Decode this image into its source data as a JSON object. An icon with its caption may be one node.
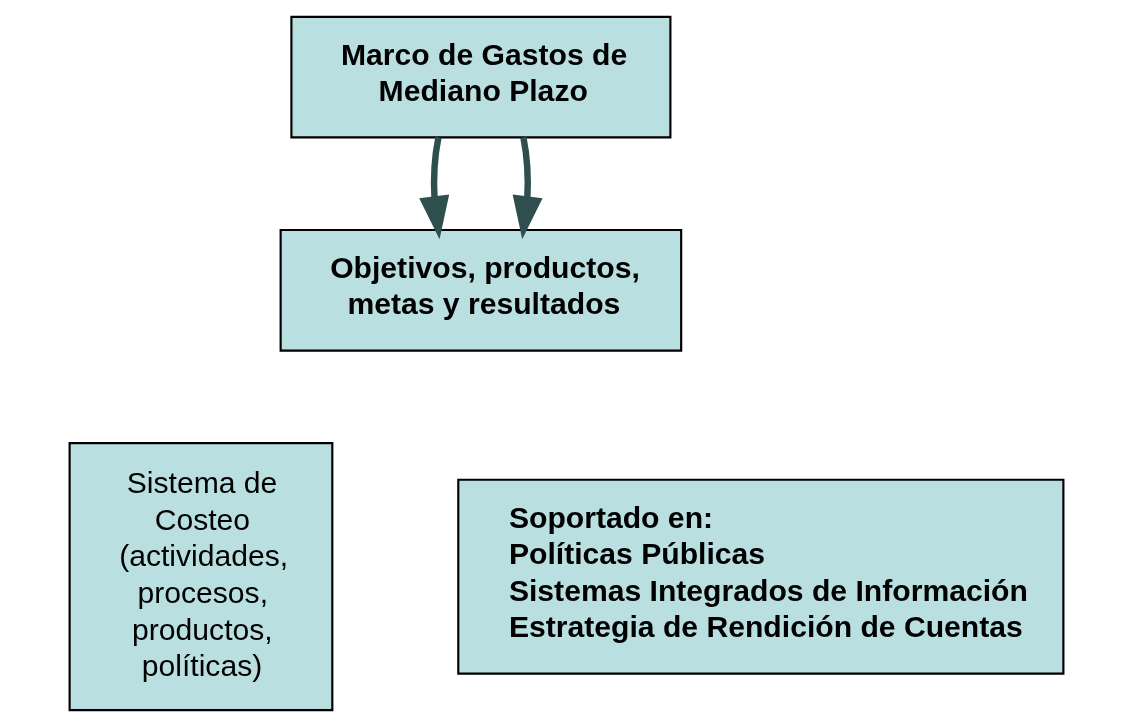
{
  "diagram": {
    "nodes": [
      {
        "text": [
          "Marco de Gastos de Mediano Plazo"
        ]
      },
      {
        "text": [
          "Objetivos, productos, metas y resultados"
        ]
      },
      {
        "text": [
          "Sistema de Costeo (actividades, procesos, productos, políticas)"
        ]
      },
      {
        "text": [
          "Soportado en:",
          "Políticas Públicas",
          "Sistemas Integrados de Información",
          "Estrategia de Rendición de Cuentas"
        ]
      }
    ],
    "edges": [
      {
        "from": 0,
        "to": 1,
        "arrow": "to"
      },
      {
        "from": 0,
        "to": 1,
        "arrow": "to"
      }
    ]
  }
}
